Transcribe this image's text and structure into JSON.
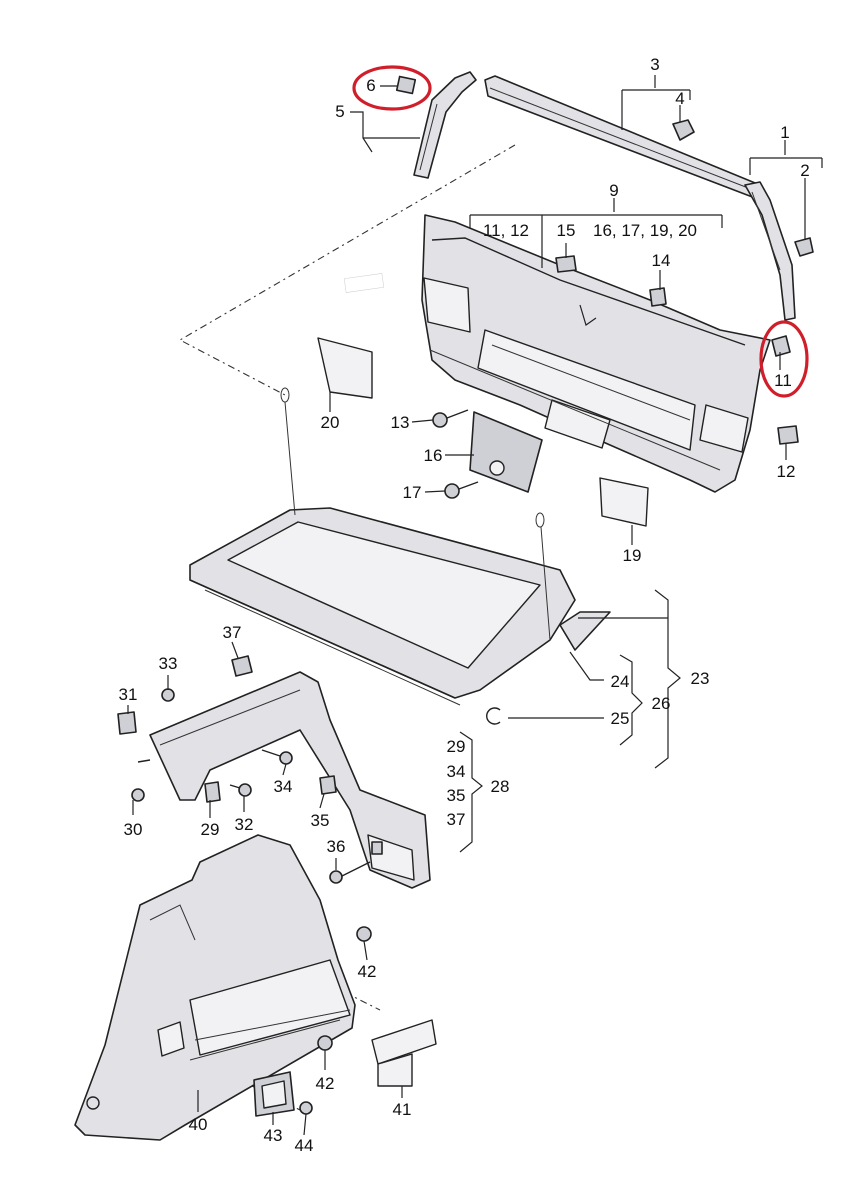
{
  "labels": {
    "l1": "1",
    "l2": "2",
    "l3": "3",
    "l4": "4",
    "l5": "5",
    "l6": "6",
    "l9": "9",
    "l9a": "11, 12",
    "l9b": "15",
    "l9c": "16, 17, 19, 20",
    "l11": "11",
    "l12": "12",
    "l13": "13",
    "l14": "14",
    "l16": "16",
    "l17": "17",
    "l19": "19",
    "l20": "20",
    "l23": "23",
    "l24": "24",
    "l25": "25",
    "l26": "26",
    "l28": "28",
    "l28a": "29",
    "l28b": "34",
    "l28c": "35",
    "l28d": "37",
    "l29": "29",
    "l30": "30",
    "l31": "31",
    "l32": "32",
    "l33": "33",
    "l34": "34",
    "l35": "35",
    "l36": "36",
    "l37": "37",
    "l40": "40",
    "l41": "41",
    "l42a": "42",
    "l42b": "42",
    "l43": "43",
    "l44": "44"
  },
  "highlight_color": "#d01f2b"
}
